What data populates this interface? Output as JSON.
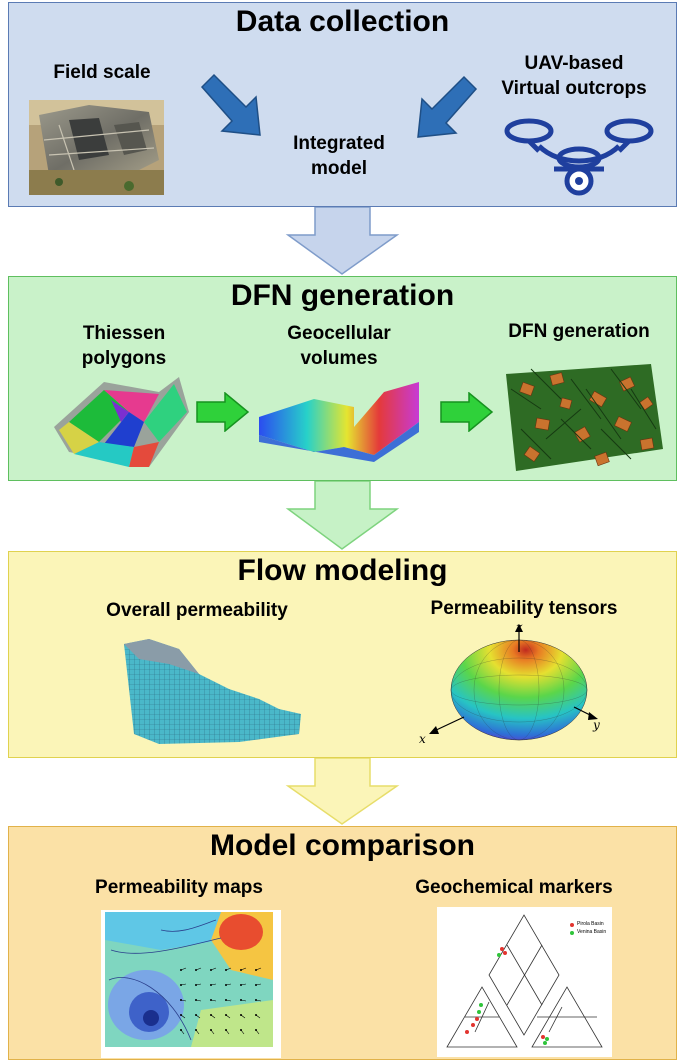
{
  "panels": {
    "data_collection": {
      "title": "Data collection",
      "field_scale": "Field scale",
      "uav": [
        "UAV-based",
        "Virtual outcrops"
      ],
      "integrated": [
        "Integrated",
        "model"
      ]
    },
    "dfn_generation": {
      "title": "DFN generation",
      "thiessen": [
        "Thiessen",
        "polygons"
      ],
      "geocellular": [
        "Geocellular",
        "volumes"
      ],
      "dfn": "DFN generation"
    },
    "flow_modeling": {
      "title": "Flow modeling",
      "overall": "Overall permeability",
      "tensors": "Permeability tensors",
      "axis_x": "x",
      "axis_y": "y",
      "axis_z": "z"
    },
    "model_comparison": {
      "title": "Model comparison",
      "maps": "Permeability maps",
      "geochem": "Geochemical markers",
      "legend": [
        "Pirola Basin",
        "Venina Basin"
      ]
    }
  },
  "colors": {
    "blue_panel": "#cfdcef",
    "green_panel": "#c9f2c9",
    "yellow_panel": "#fbf5b8",
    "orange_panel": "#fbe1a6"
  }
}
